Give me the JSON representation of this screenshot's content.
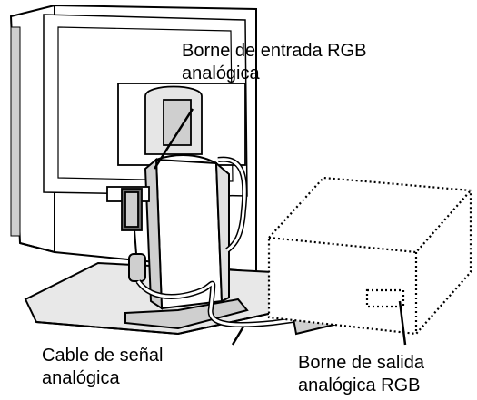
{
  "labels": {
    "rgb_input_line1": "Borne de entrada RGB",
    "rgb_input_line2": "analógica",
    "signal_cable_line1": "Cable de señal",
    "signal_cable_line2": "analógica",
    "rgb_output_line1": "Borne de salida",
    "rgb_output_line2": "analógica RGB"
  },
  "colors": {
    "line": "#000000",
    "fill": "#ffffff",
    "shade": "#cfcfcf",
    "dark": "#6a6a6a"
  }
}
